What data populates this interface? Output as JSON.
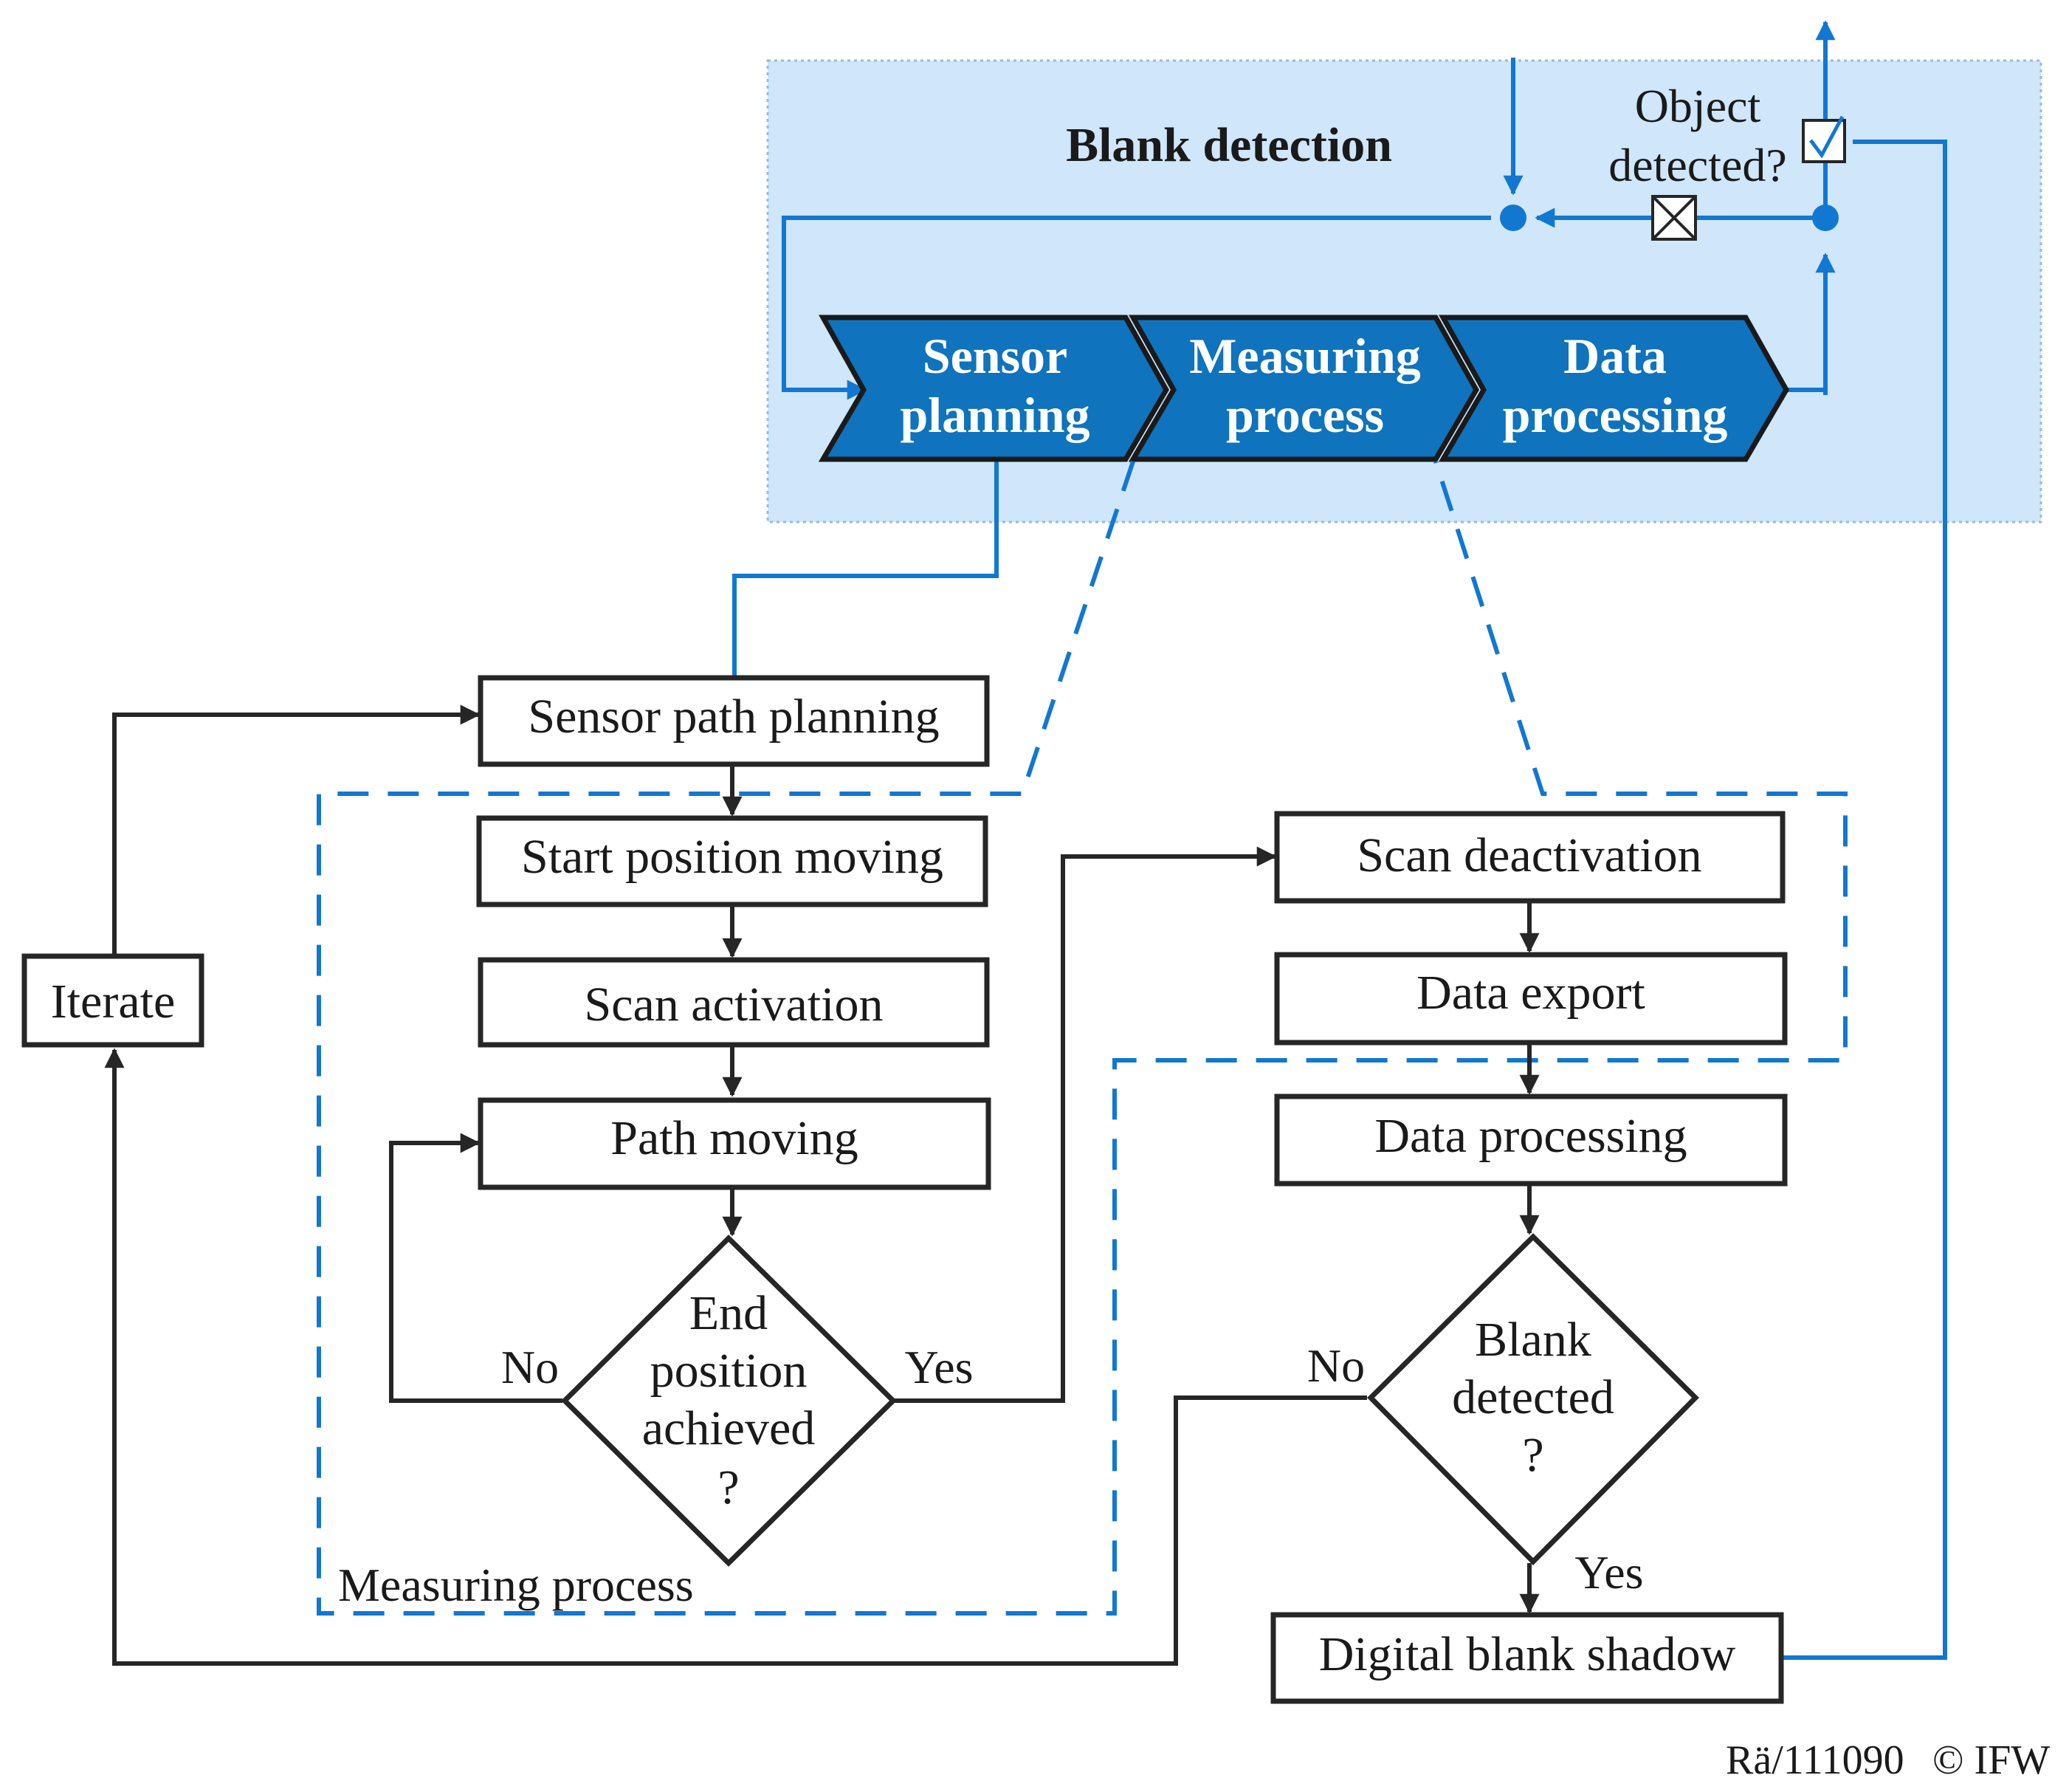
{
  "colors": {
    "blue": "#1277d1",
    "region": "#cfe6fb",
    "chevron": "#0f73bd",
    "ink": "#262626"
  },
  "header": {
    "title": "Blank detection",
    "object_detected": [
      "Object",
      "detected?"
    ],
    "check_icon": "checkbox-checked-icon",
    "cross_icon": "checkbox-crossed-icon"
  },
  "chevrons": [
    {
      "lines": [
        "Sensor",
        "planning"
      ]
    },
    {
      "lines": [
        "Measuring",
        "process"
      ]
    },
    {
      "lines": [
        "Data",
        "processing"
      ]
    }
  ],
  "steps": {
    "sensor_path_planning": "Sensor path planning",
    "start_position_moving": "Start position moving",
    "scan_activation": "Scan activation",
    "path_moving": "Path moving",
    "end_position": [
      "End",
      "position",
      "achieved",
      "?"
    ],
    "iterate": "Iterate",
    "scan_deactivation": "Scan deactivation",
    "data_export": "Data export",
    "data_processing": "Data processing",
    "blank_detected": [
      "Blank",
      "detected",
      "?"
    ],
    "digital_blank_shadow": "Digital blank shadow"
  },
  "labels": {
    "no_left": "No",
    "yes_left": "Yes",
    "no_right": "No",
    "yes_right": "Yes",
    "measuring_process": "Measuring process"
  },
  "footer": {
    "code": "Rä/111090",
    "copyright": "© IFW"
  }
}
